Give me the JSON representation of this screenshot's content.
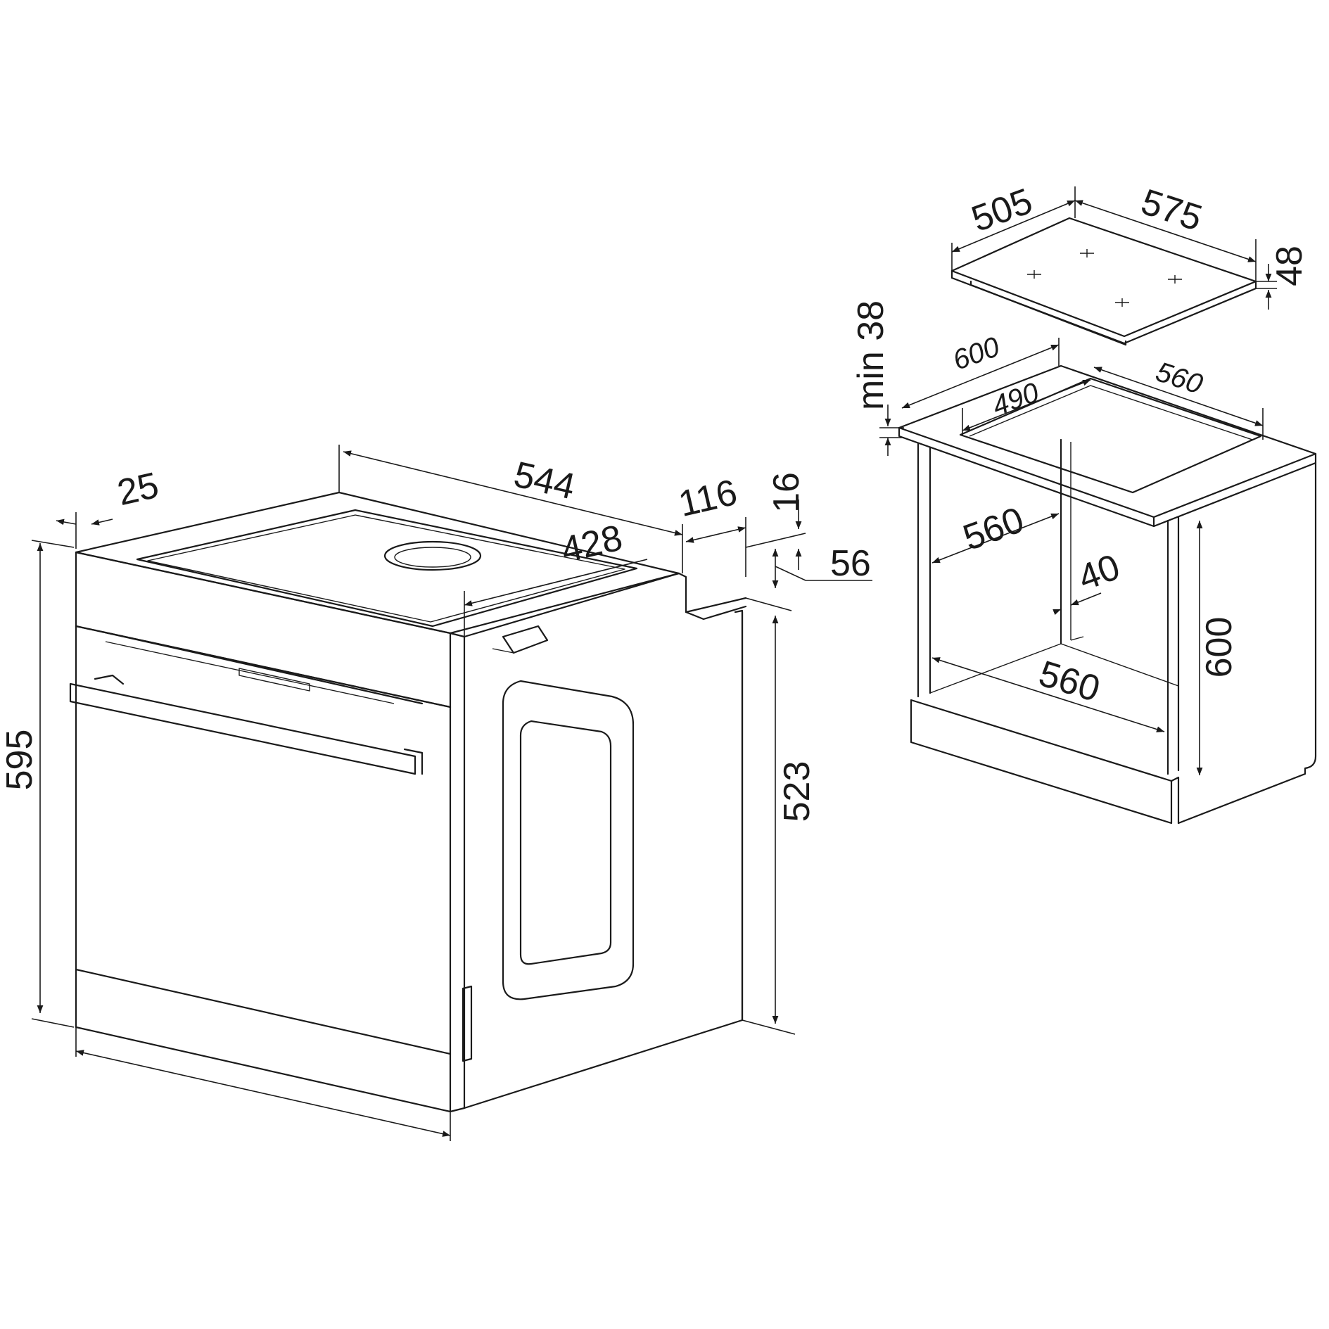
{
  "oven": {
    "width_label": "595",
    "top_depth_label": "544",
    "cavity_depth_label": "428",
    "front_panel_label": "25",
    "rear_step_label": "116",
    "top_offset_label": "16",
    "step_height_label": "56",
    "body_height_label": "523"
  },
  "hob": {
    "depth_label": "505",
    "width_label": "575",
    "thickness_label": "48"
  },
  "cabinet": {
    "clearance_label": "min 38",
    "worktop_width_label": "600",
    "cutout_depth_label": "490",
    "cutout_width_label": "560",
    "niche_width_label": "560",
    "rear_gap_label": "40",
    "niche_bottom_width_label": "560",
    "niche_height_label": "600"
  },
  "colors": {
    "line": "#1a1a1a",
    "background": "#ffffff"
  }
}
